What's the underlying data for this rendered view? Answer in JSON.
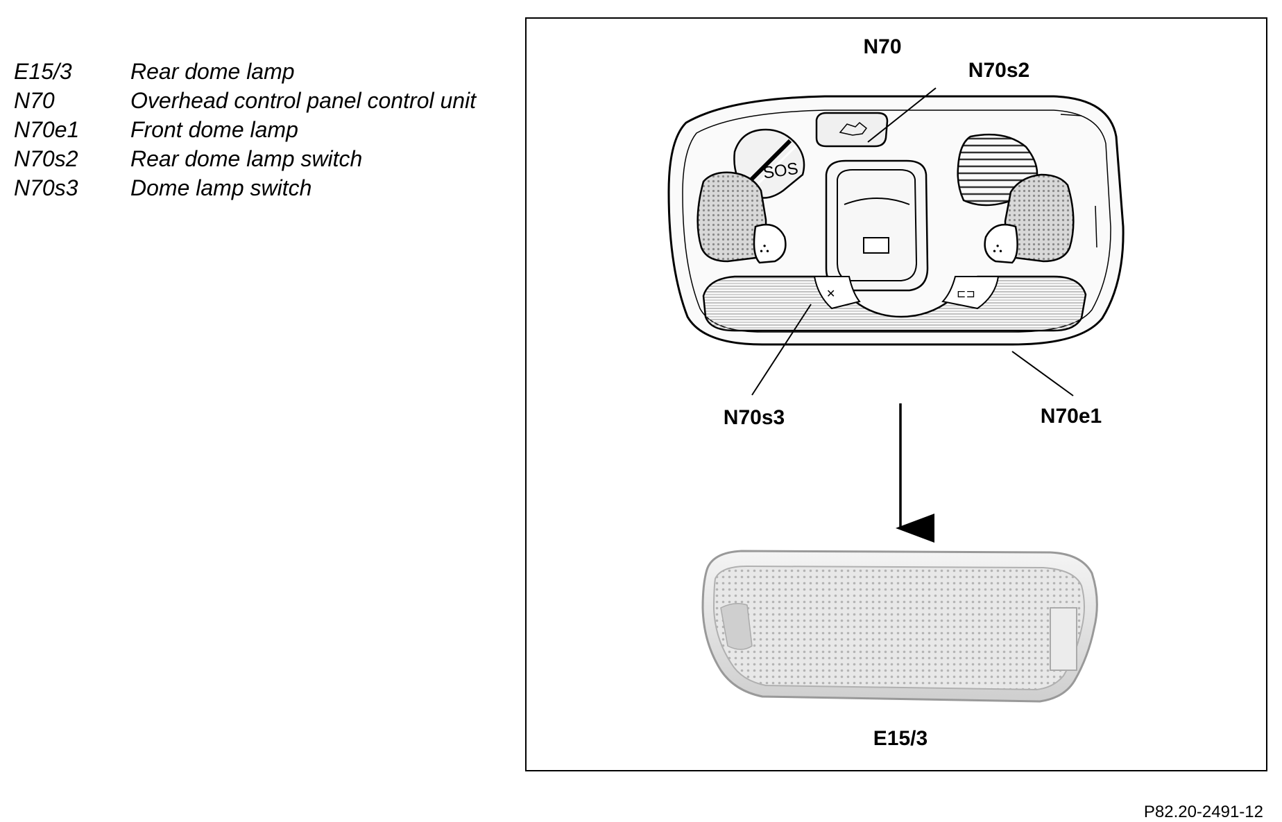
{
  "legend": [
    {
      "code": "E15/3",
      "description": "Rear dome lamp"
    },
    {
      "code": "N70",
      "description": "Overhead control panel control unit"
    },
    {
      "code": "N70e1",
      "description": "Front dome lamp"
    },
    {
      "code": "N70s2",
      "description": "Rear dome lamp switch"
    },
    {
      "code": "N70s3",
      "description": "Dome lamp switch"
    }
  ],
  "diagram": {
    "labels": {
      "n70": "N70",
      "n70s2": "N70s2",
      "n70s3": "N70s3",
      "n70e1": "N70e1",
      "e15_3": "E15/3"
    },
    "button_text": {
      "sos": "SOS"
    }
  },
  "figure_id": "P82.20-2491-12"
}
